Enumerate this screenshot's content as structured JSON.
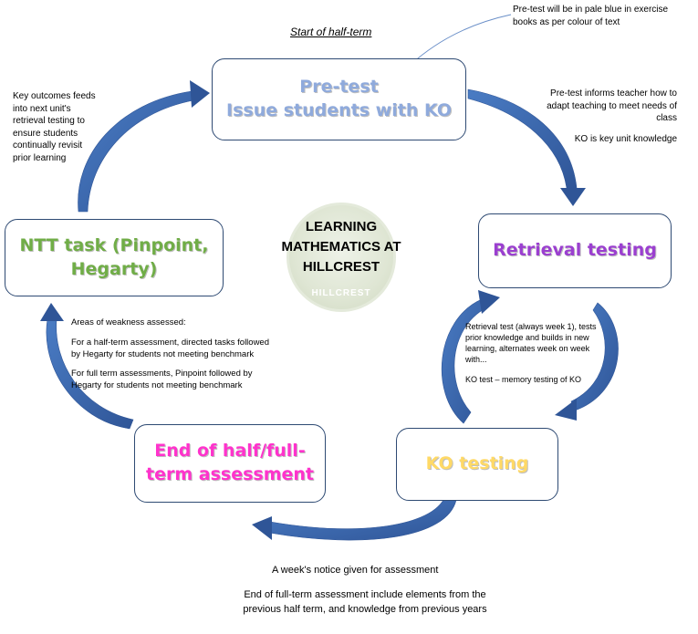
{
  "header": {
    "start_label": "Start of half-term"
  },
  "center": {
    "title_lines": [
      "LEARNING",
      "MATHEMATICS AT",
      "HILLCREST"
    ],
    "logo_text": "HILLCREST"
  },
  "stages": {
    "pretest": {
      "line1": "Pre-test",
      "line2": "Issue students with KO",
      "color": "#8faadc"
    },
    "retrieval": {
      "line1": "Retrieval testing",
      "color": "#9b3fd0"
    },
    "ko_testing": {
      "line1": "KO testing",
      "color": "#ffd966"
    },
    "end_assessment": {
      "line1": "End of half/full-",
      "line2": "term assessment",
      "color": "#ff33cc"
    },
    "ntt": {
      "line1": "NTT task (Pinpoint,",
      "line2": "Hegarty)",
      "color": "#70ad47"
    }
  },
  "notes": {
    "pale_blue": "Pre-test will be in pale blue in exercise books as per colour of text",
    "informs": "Pre-test informs teacher how to adapt teaching to meet needs of class",
    "ko_key": "KO is key unit knowledge",
    "key_outcomes": "Key outcomes feeds into next unit's retrieval testing to ensure students continually revisit prior learning",
    "retrieval_test": "Retrieval test (always week 1), tests prior knowledge and builds in new learning, alternates week on week with...",
    "ko_test": "KO test – memory testing of KO",
    "weakness_title": "Areas of weakness assessed:",
    "half_term": "For a half-term assessment, directed tasks followed by Hegarty for students not meeting benchmark",
    "full_term": "For full term assessments, Pinpoint followed by Hegarty for students not meeting benchmark",
    "week_notice": "A week's notice given for assessment",
    "end_full_line1": "End of full-term assessment include elements from the",
    "end_full_line2": "previous half term, and knowledge from previous years"
  }
}
